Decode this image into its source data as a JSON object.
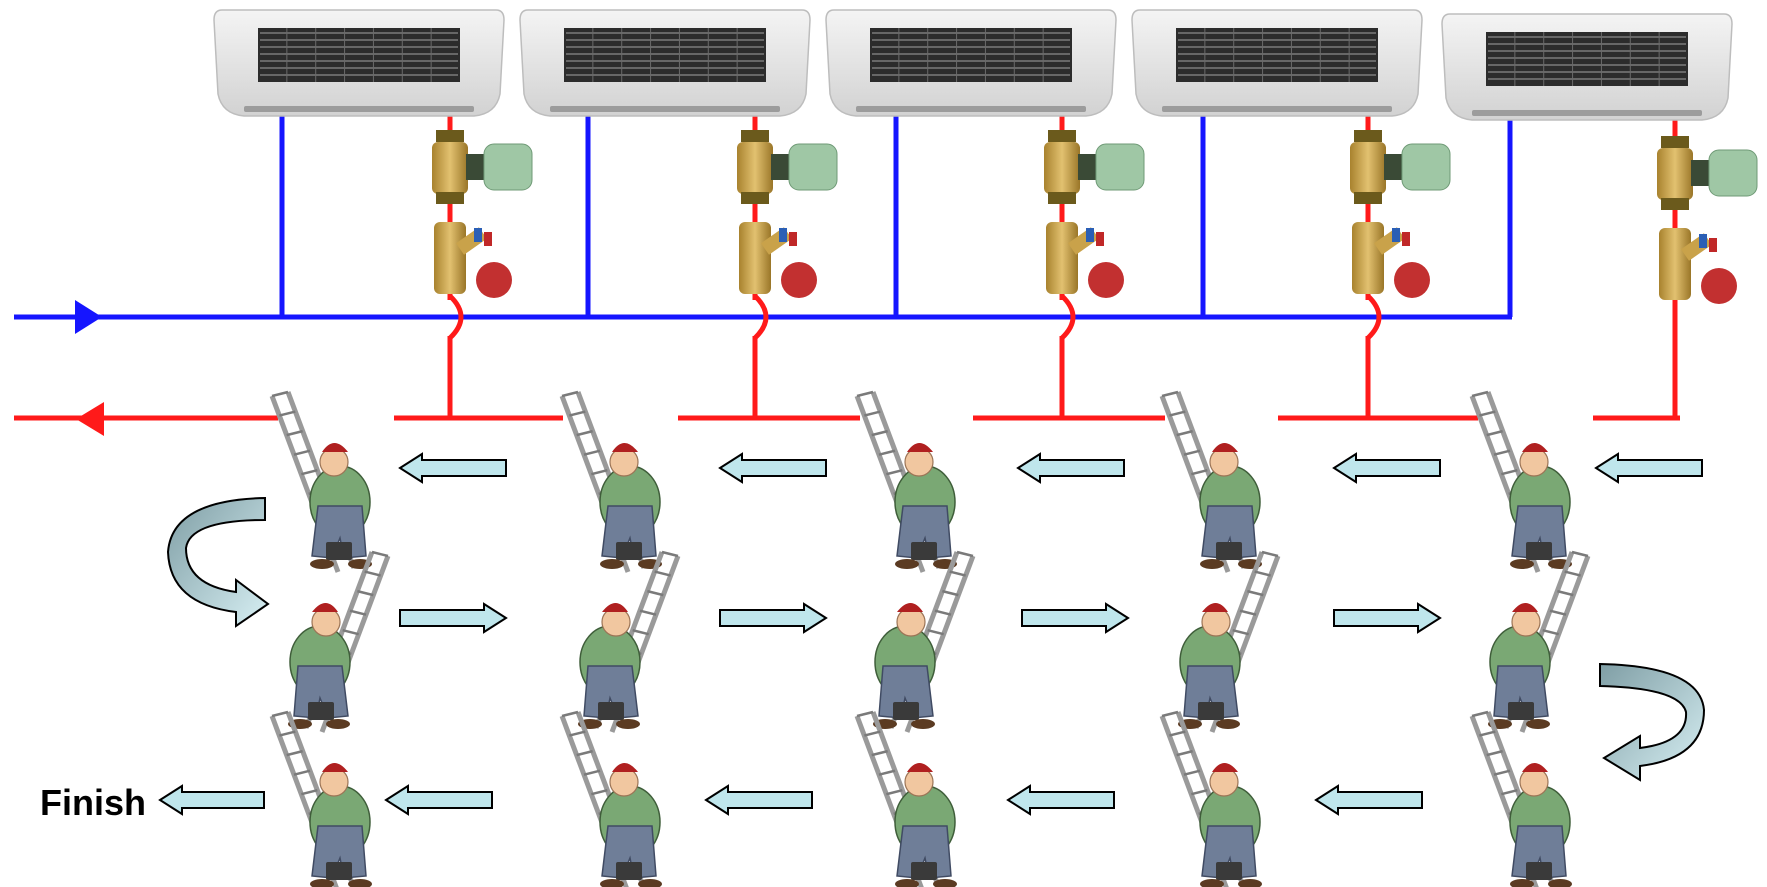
{
  "finish_label": "Finish",
  "colors": {
    "supply_pipe": "#1515ff",
    "return_pipe": "#ff1a1a",
    "arrow_fill": "#bfe6ec",
    "turn_arrow_fill": "#8faeb5",
    "unit_body": "#e4e4e4",
    "valve_brass": "#c9a24a",
    "actuator": "#9fc7a5",
    "handwheel": "#c23030",
    "worker_shirt": "#7aa874",
    "worker_pants": "#6f7e98",
    "worker_cap": "#b02020",
    "ladder": "#9a9a9a"
  },
  "units": [
    {
      "name": "fan-coil-unit-1"
    },
    {
      "name": "fan-coil-unit-2"
    },
    {
      "name": "fan-coil-unit-3"
    },
    {
      "name": "fan-coil-unit-4"
    },
    {
      "name": "fan-coil-unit-5"
    }
  ],
  "worker_rows": [
    {
      "row": "top",
      "direction": "left",
      "count": 5
    },
    {
      "row": "middle",
      "direction": "right",
      "count": 5
    },
    {
      "row": "bottom",
      "direction": "left",
      "count": 5
    }
  ],
  "icons": {
    "supply_flow": "arrow-right-icon",
    "return_flow": "arrow-left-icon",
    "sequence_arrow": "block-arrow-icon",
    "turn_arrow": "curved-arrow-icon",
    "worker": "worker-on-ladder-icon",
    "valve": "control-valve-icon",
    "balancing_valve": "balancing-valve-icon"
  }
}
